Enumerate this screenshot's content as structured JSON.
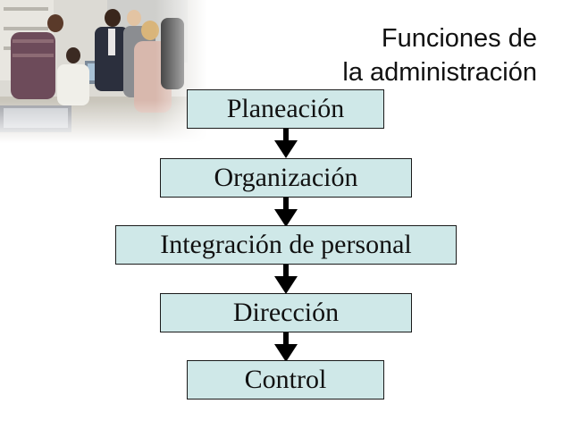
{
  "title": {
    "line1": "Funciones de",
    "line2": "la administración"
  },
  "photo": {
    "icon": "office-team-photo"
  },
  "flowchart": {
    "steps": [
      {
        "label": "Planeación"
      },
      {
        "label": "Organización"
      },
      {
        "label": "Integración de personal"
      },
      {
        "label": "Dirección"
      },
      {
        "label": "Control"
      }
    ],
    "box_color": "#cfe8e8",
    "arrow_color": "#000000",
    "arrow_icon": "arrow-down-icon"
  }
}
